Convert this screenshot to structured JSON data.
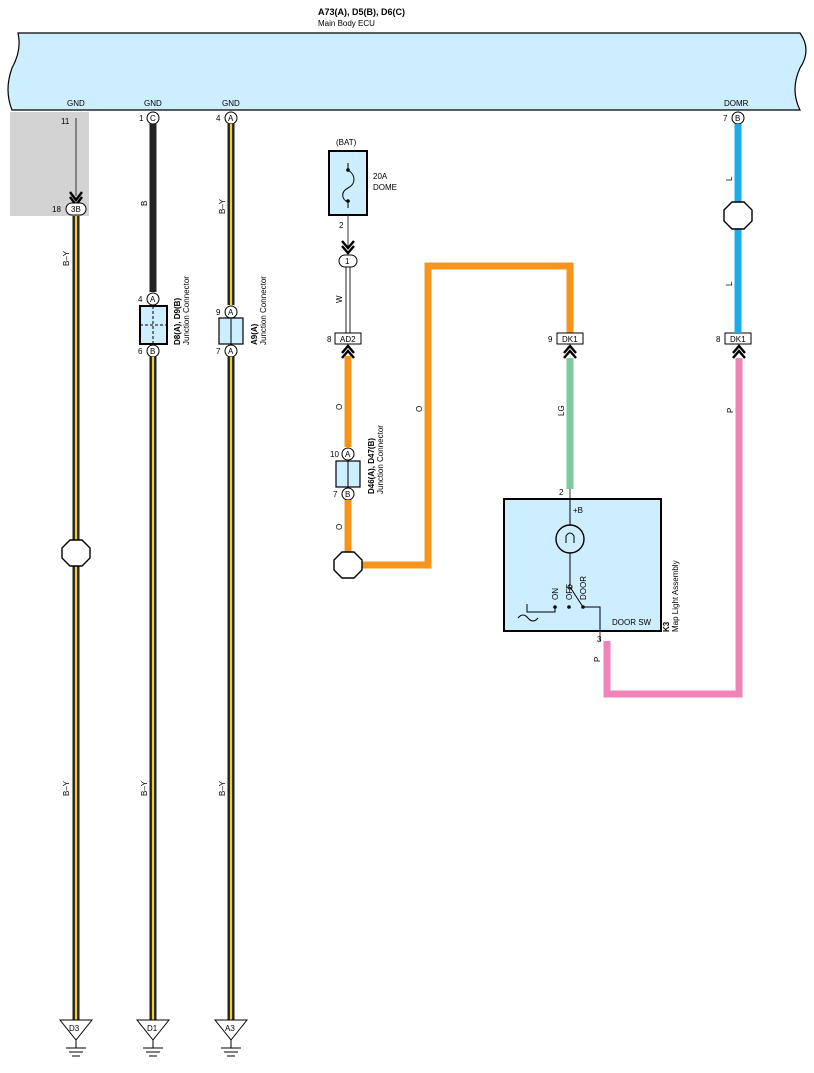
{
  "ecu": {
    "connectors": "A73(A), D5(B), D6(C)",
    "name": "Main Body ECU",
    "fill": "#cceeff"
  },
  "pins": {
    "gnd_a": {
      "name": "GND",
      "number": "11"
    },
    "gnd_b": {
      "name": "GND",
      "number": "1",
      "conn": "C"
    },
    "gnd_c": {
      "name": "GND",
      "number": "4",
      "conn": "A"
    },
    "domr": {
      "name": "DOMR",
      "number": "7",
      "conn": "B"
    }
  },
  "joint_3b": {
    "number": "18",
    "conn": "3B"
  },
  "fuse": {
    "source": "(BAT)",
    "rating": "20A",
    "name": "DOME",
    "pin_out": "2",
    "pin_in": "1"
  },
  "junction_d8": {
    "title": "D8(A), D9(B)",
    "subtitle": "Junction Connector",
    "pin_top": "4",
    "conn_top": "A",
    "pin_bottom": "6",
    "conn_bottom": "B"
  },
  "junction_a9": {
    "title": "A9(A)",
    "subtitle": "Junction Connector",
    "pin_top": "9",
    "conn_top": "A",
    "pin_bottom": "7",
    "conn_bottom": "A"
  },
  "junction_d46": {
    "title": "D46(A), D47(B)",
    "subtitle": "Junction Connector",
    "pin_top": "10",
    "conn_top": "A",
    "pin_bottom": "7",
    "conn_bottom": "B"
  },
  "connectors_inline": {
    "ad2": {
      "pin": "8",
      "label": "AD2"
    },
    "dk1_lg": {
      "pin": "9",
      "label": "DK1"
    },
    "dk1_p": {
      "pin": "8",
      "label": "DK1"
    }
  },
  "map_light": {
    "id": "K3",
    "name": "Map Light Assembly",
    "pin_b": "2",
    "b_label": "+B",
    "pin_sw": "3",
    "sw_label": "DOOR SW",
    "pos_on": "ON",
    "pos_off": "OFF",
    "pos_door": "DOOR"
  },
  "wires": {
    "b_black": "B",
    "by1": "B–Y",
    "by2": "B–Y",
    "by3": "B–Y",
    "by4": "B–Y",
    "by5": "B–Y",
    "w": "W",
    "o1": "O",
    "o2": "O",
    "o3": "O",
    "lg": "LG",
    "l1": "L",
    "l2": "L",
    "p1": "P",
    "p2": "P"
  },
  "grounds": {
    "d3": "D3",
    "d1": "D1",
    "a3": "A3"
  },
  "colors": {
    "black": "#222222",
    "yellow": "#f0d020",
    "orange": "#f7941d",
    "green": "#7dc99b",
    "blue": "#1aace8",
    "pink": "#f084b9",
    "component": "#cceeff",
    "shade": "#d3d3d3"
  }
}
